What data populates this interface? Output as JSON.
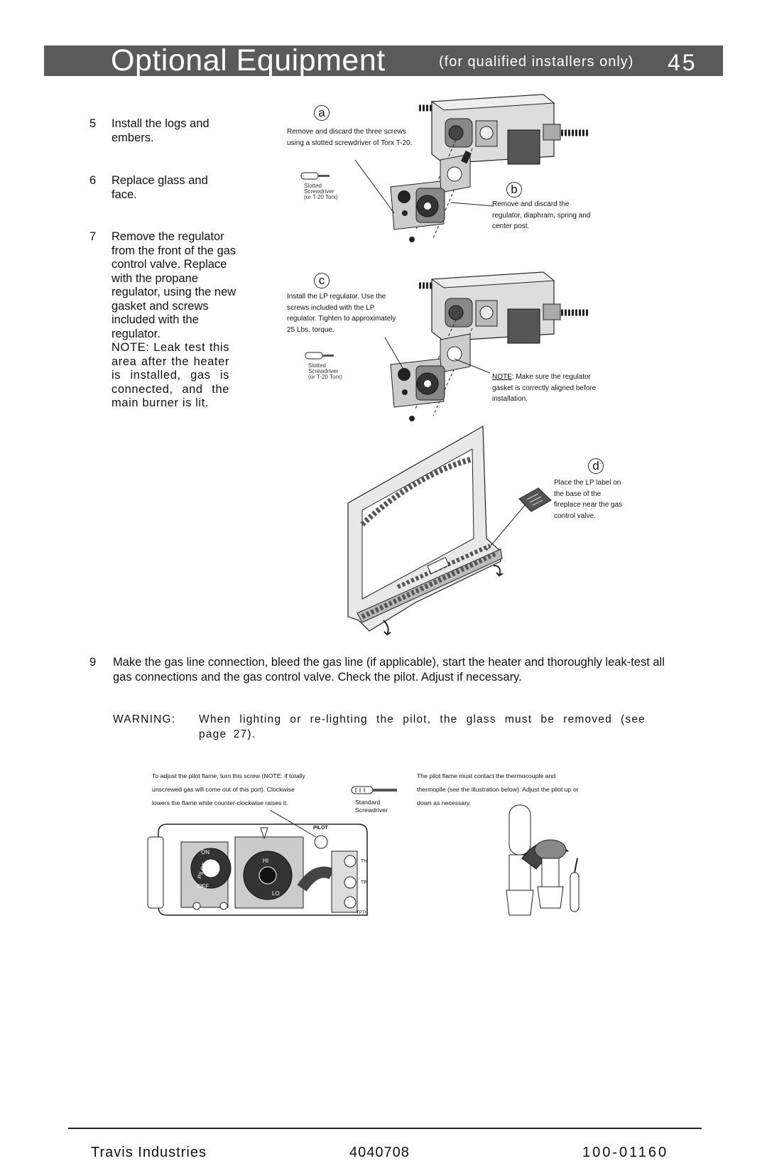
{
  "header": {
    "title": "Optional Equipment",
    "subtitle": "(for qualified installers only)",
    "page_number": "45"
  },
  "steps": [
    {
      "num": "5",
      "text": "Install the logs and embers."
    },
    {
      "num": "6",
      "text": "Replace glass and face."
    },
    {
      "num": "7",
      "text": "Remove the regulator from the front of the gas control valve. Replace with the propane regulator, using the new gasket and screws included with the regulator.",
      "note": "NOTE: Leak test this area after the heater is installed, gas is connected, and the main burner is lit."
    }
  ],
  "figure_a": {
    "label": "a",
    "text": "Remove and discard the three screws using a slotted screwdriver of Torx T-20.",
    "tool_line1": "Slotted",
    "tool_line2": "Screwdriver",
    "tool_line3": "(or T-20 Torx)"
  },
  "figure_b": {
    "label": "b",
    "text": "Remove and discard the regulator, diaphram, spring and center post."
  },
  "figure_c": {
    "label": "c",
    "text": "Install the LP regulator. Use the screws included with the LP regulator. Tighten to approximately 25 Lbs. torque.",
    "tool_line1": "Slotted",
    "tool_line2": "Screwdriver",
    "tool_line3": "(or T-20 Torx)",
    "note_prefix": "NOTE",
    "note_text": ": Make sure the regulator gasket is correctly aligned before installation."
  },
  "figure_d": {
    "label": "d",
    "text": "Place the LP label on the base of the fireplace near the gas control valve."
  },
  "step9": {
    "num": "9",
    "text": "Make the gas line connection, bleed the gas line (if applicable), start the heater and thoroughly leak-test all gas connections and the gas control valve. Check the pilot. Adjust if necessary."
  },
  "warning": {
    "label": "WARNING:",
    "text": "When lighting or re-lighting the pilot, the glass must be removed (see page 27)."
  },
  "bottom": {
    "left_line1": "To adjust the pilot flame, turn this screw (NOTE: if totally",
    "left_line2": "unscrewed gas will come out of this port). Clockwise",
    "left_line3": "lowers the flame while counter-clockwise raises it.",
    "tool_line1": "Standard",
    "tool_line2": "Screwdriver",
    "right_line1": "The pilot flame must contact the thermocouple and",
    "right_line2": "thermopile (see the illustration below). Adjust the pilot up or",
    "right_line3": "down as necessary.",
    "knob1_on": "ON",
    "knob1_pilot": "PILOT",
    "knob1_off": "OFF",
    "knob2_hi": "HI",
    "knob2_lo": "LO",
    "pilot_label": "PILOT",
    "terminals": [
      "TH",
      "TP",
      "TPTH"
    ]
  },
  "footer": {
    "company": "Travis Industries",
    "doc_number": "4040708",
    "part_number": "100-01160"
  }
}
